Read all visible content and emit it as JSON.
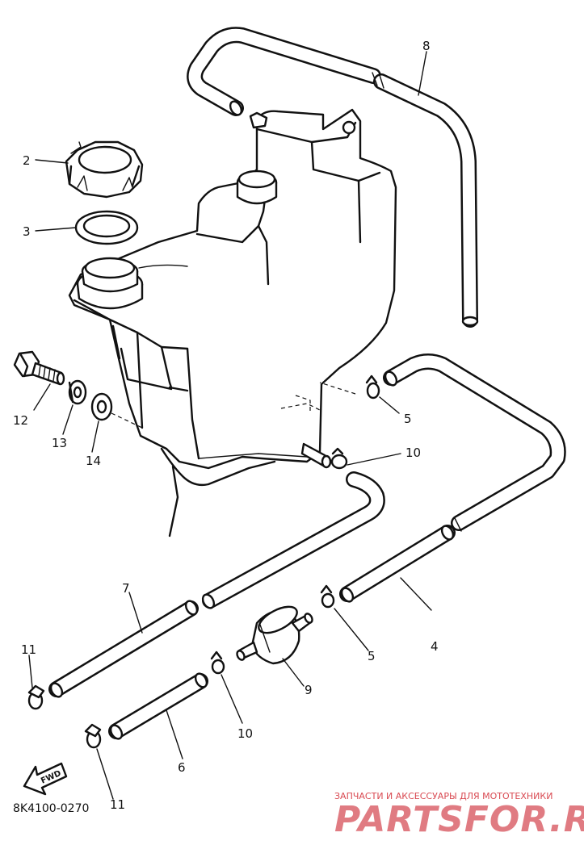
{
  "callouts": {
    "c2": "2",
    "c3": "3",
    "c4": "4",
    "c5a": "5",
    "c5b": "5",
    "c6": "6",
    "c7": "7",
    "c8": "8",
    "c9": "9",
    "c10a": "10",
    "c10b": "10",
    "c11a": "11",
    "c11b": "11",
    "c12": "12",
    "c13": "13",
    "c14": "14"
  },
  "fwd_label": "FWD",
  "drawing_code": "8K4100-0270",
  "watermark": {
    "subtitle": "ЗАПЧАСТИ И АКСЕССУАРЫ ДЛЯ МОТОТЕХНИКИ",
    "brand": "PARTSFOR.RU"
  }
}
